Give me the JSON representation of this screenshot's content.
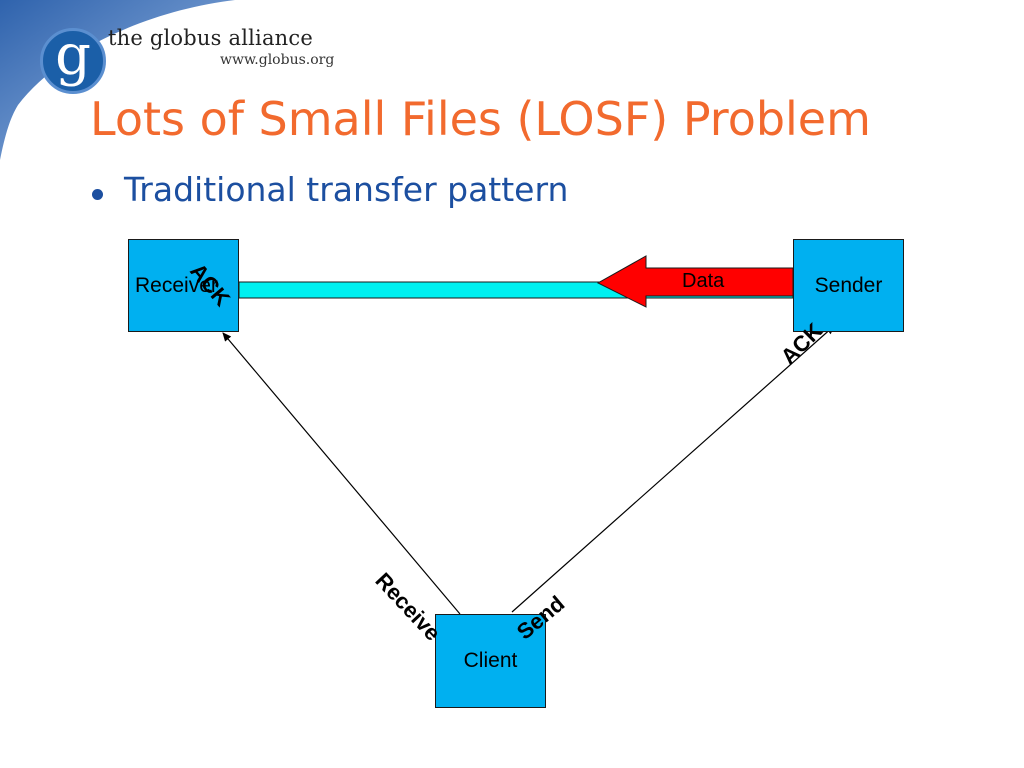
{
  "logo": {
    "glyph": "g",
    "name": "the globus alliance",
    "url": "www.globus.org"
  },
  "title": "Lots of Small Files (LOSF) Problem",
  "bullets": [
    "Traditional transfer pattern"
  ],
  "diagram": {
    "nodes": {
      "receiver": "Receiver",
      "sender": "Sender",
      "client": "Client"
    },
    "labels": {
      "data": "Data",
      "ack_receiver": "ACK",
      "ack_sender": "ACK",
      "receive": "Receive",
      "send": "Send"
    }
  },
  "colors": {
    "title": "#f26a2e",
    "bullet": "#1c4fa0",
    "node_fill": "#00b0f0",
    "pipe": "#00f0f0",
    "data_arrow": "#ff0000",
    "corner": "#4a7cc0"
  }
}
